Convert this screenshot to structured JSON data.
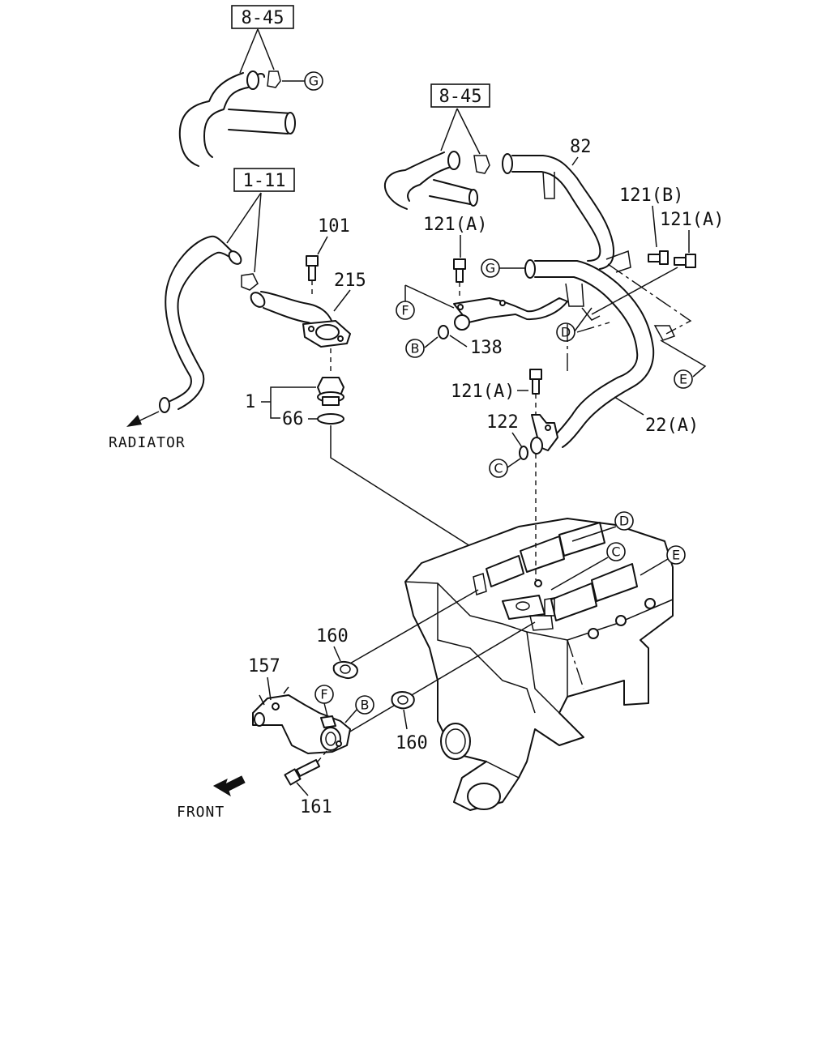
{
  "ref_boxes": {
    "top_left": "8-45",
    "top_right": "8-45",
    "left": "1-11"
  },
  "part_labels": {
    "p82": "82",
    "p121b": "121(B)",
    "p121a_right": "121(A)",
    "p121a_mid": "121(A)",
    "p121a_lower": "121(A)",
    "p101": "101",
    "p215": "215",
    "p138": "138",
    "p1": "1",
    "p66": "66",
    "p122": "122",
    "p22a": "22(A)",
    "p160_upper": "160",
    "p157": "157",
    "p160_lower": "160",
    "p161": "161"
  },
  "circled_refs": {
    "g_top": "G",
    "g_mid": "G",
    "f_left": "F",
    "b_left": "B",
    "d_mid": "D",
    "e_right": "E",
    "c_left": "C",
    "d_engine": "D",
    "c_engine": "C",
    "e_engine": "E",
    "f_bottom": "F",
    "b_bottom": "B"
  },
  "captions": {
    "radiator": "RADIATOR",
    "front": "FRONT"
  }
}
